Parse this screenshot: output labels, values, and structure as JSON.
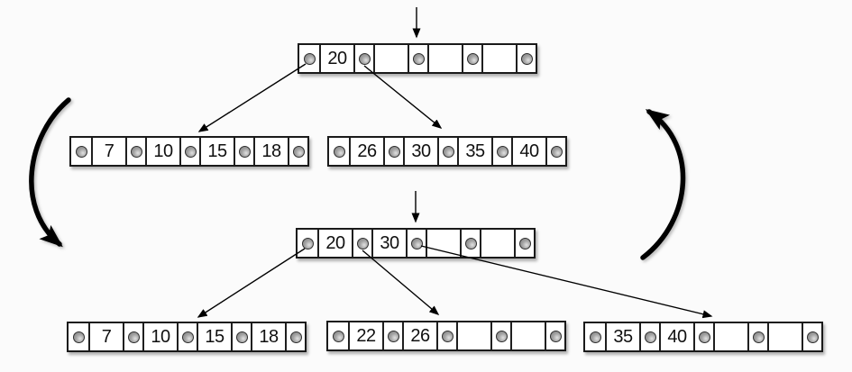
{
  "colors": {
    "background": "#fbfbfb",
    "node_fill": "#ffffff",
    "node_border": "#1a1a1a",
    "pointer_dot": "#8e8e8e",
    "arrow": "#000000"
  },
  "trees": {
    "before": {
      "root": {
        "keys": [
          "20",
          "",
          "",
          ""
        ]
      },
      "children": [
        {
          "keys": [
            "7",
            "10",
            "15",
            "18"
          ]
        },
        {
          "keys": [
            "26",
            "30",
            "35",
            "40"
          ]
        }
      ]
    },
    "after": {
      "root": {
        "keys": [
          "20",
          "30",
          "",
          ""
        ]
      },
      "children": [
        {
          "keys": [
            "7",
            "10",
            "15",
            "18"
          ]
        },
        {
          "keys": [
            "22",
            "26",
            "",
            ""
          ]
        },
        {
          "keys": [
            "35",
            "40",
            "",
            ""
          ]
        }
      ]
    }
  }
}
